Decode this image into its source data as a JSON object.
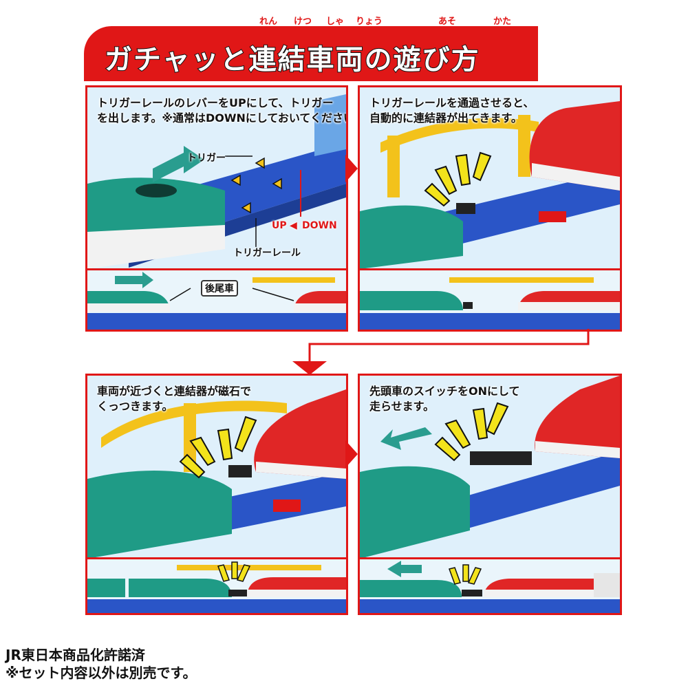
{
  "banner": {
    "title": "ガチャッと連結車両の遊び方",
    "ruby": [
      "れん",
      "けつ",
      "しゃ",
      "りょう",
      "あそ",
      "かた"
    ]
  },
  "panels": [
    {
      "caption_line1": "トリガーレールのレバーをUPにして、トリガー",
      "caption_line2": "を出します。※通常はDOWNにしておいてください。",
      "label_trigger": "トリガー",
      "label_updown_up": "UP",
      "label_updown_down": "DOWN",
      "label_rail": "トリガーレール",
      "label_rear_car": "後尾車"
    },
    {
      "caption_line1": "トリガーレールを通過させると、",
      "caption_line2": "自動的に連結器が出てきます。"
    },
    {
      "caption_line1": "車両が近づくと連結器が磁石で",
      "caption_line2": "くっつきます。"
    },
    {
      "caption_line1": "先頭車のスイッチをONにして",
      "caption_line2": "走らせます。"
    }
  ],
  "footer": {
    "line1": "JR東日本商品化許諾済",
    "line2": "※セット内容以外は別売です。"
  },
  "colors": {
    "brand_red": "#e01717",
    "rail_blue": "#2a55c7",
    "train_green": "#1f9b86",
    "train_red": "#e02626",
    "arrow_teal": "#2a9d8f",
    "gate_yellow": "#f3c21b"
  }
}
